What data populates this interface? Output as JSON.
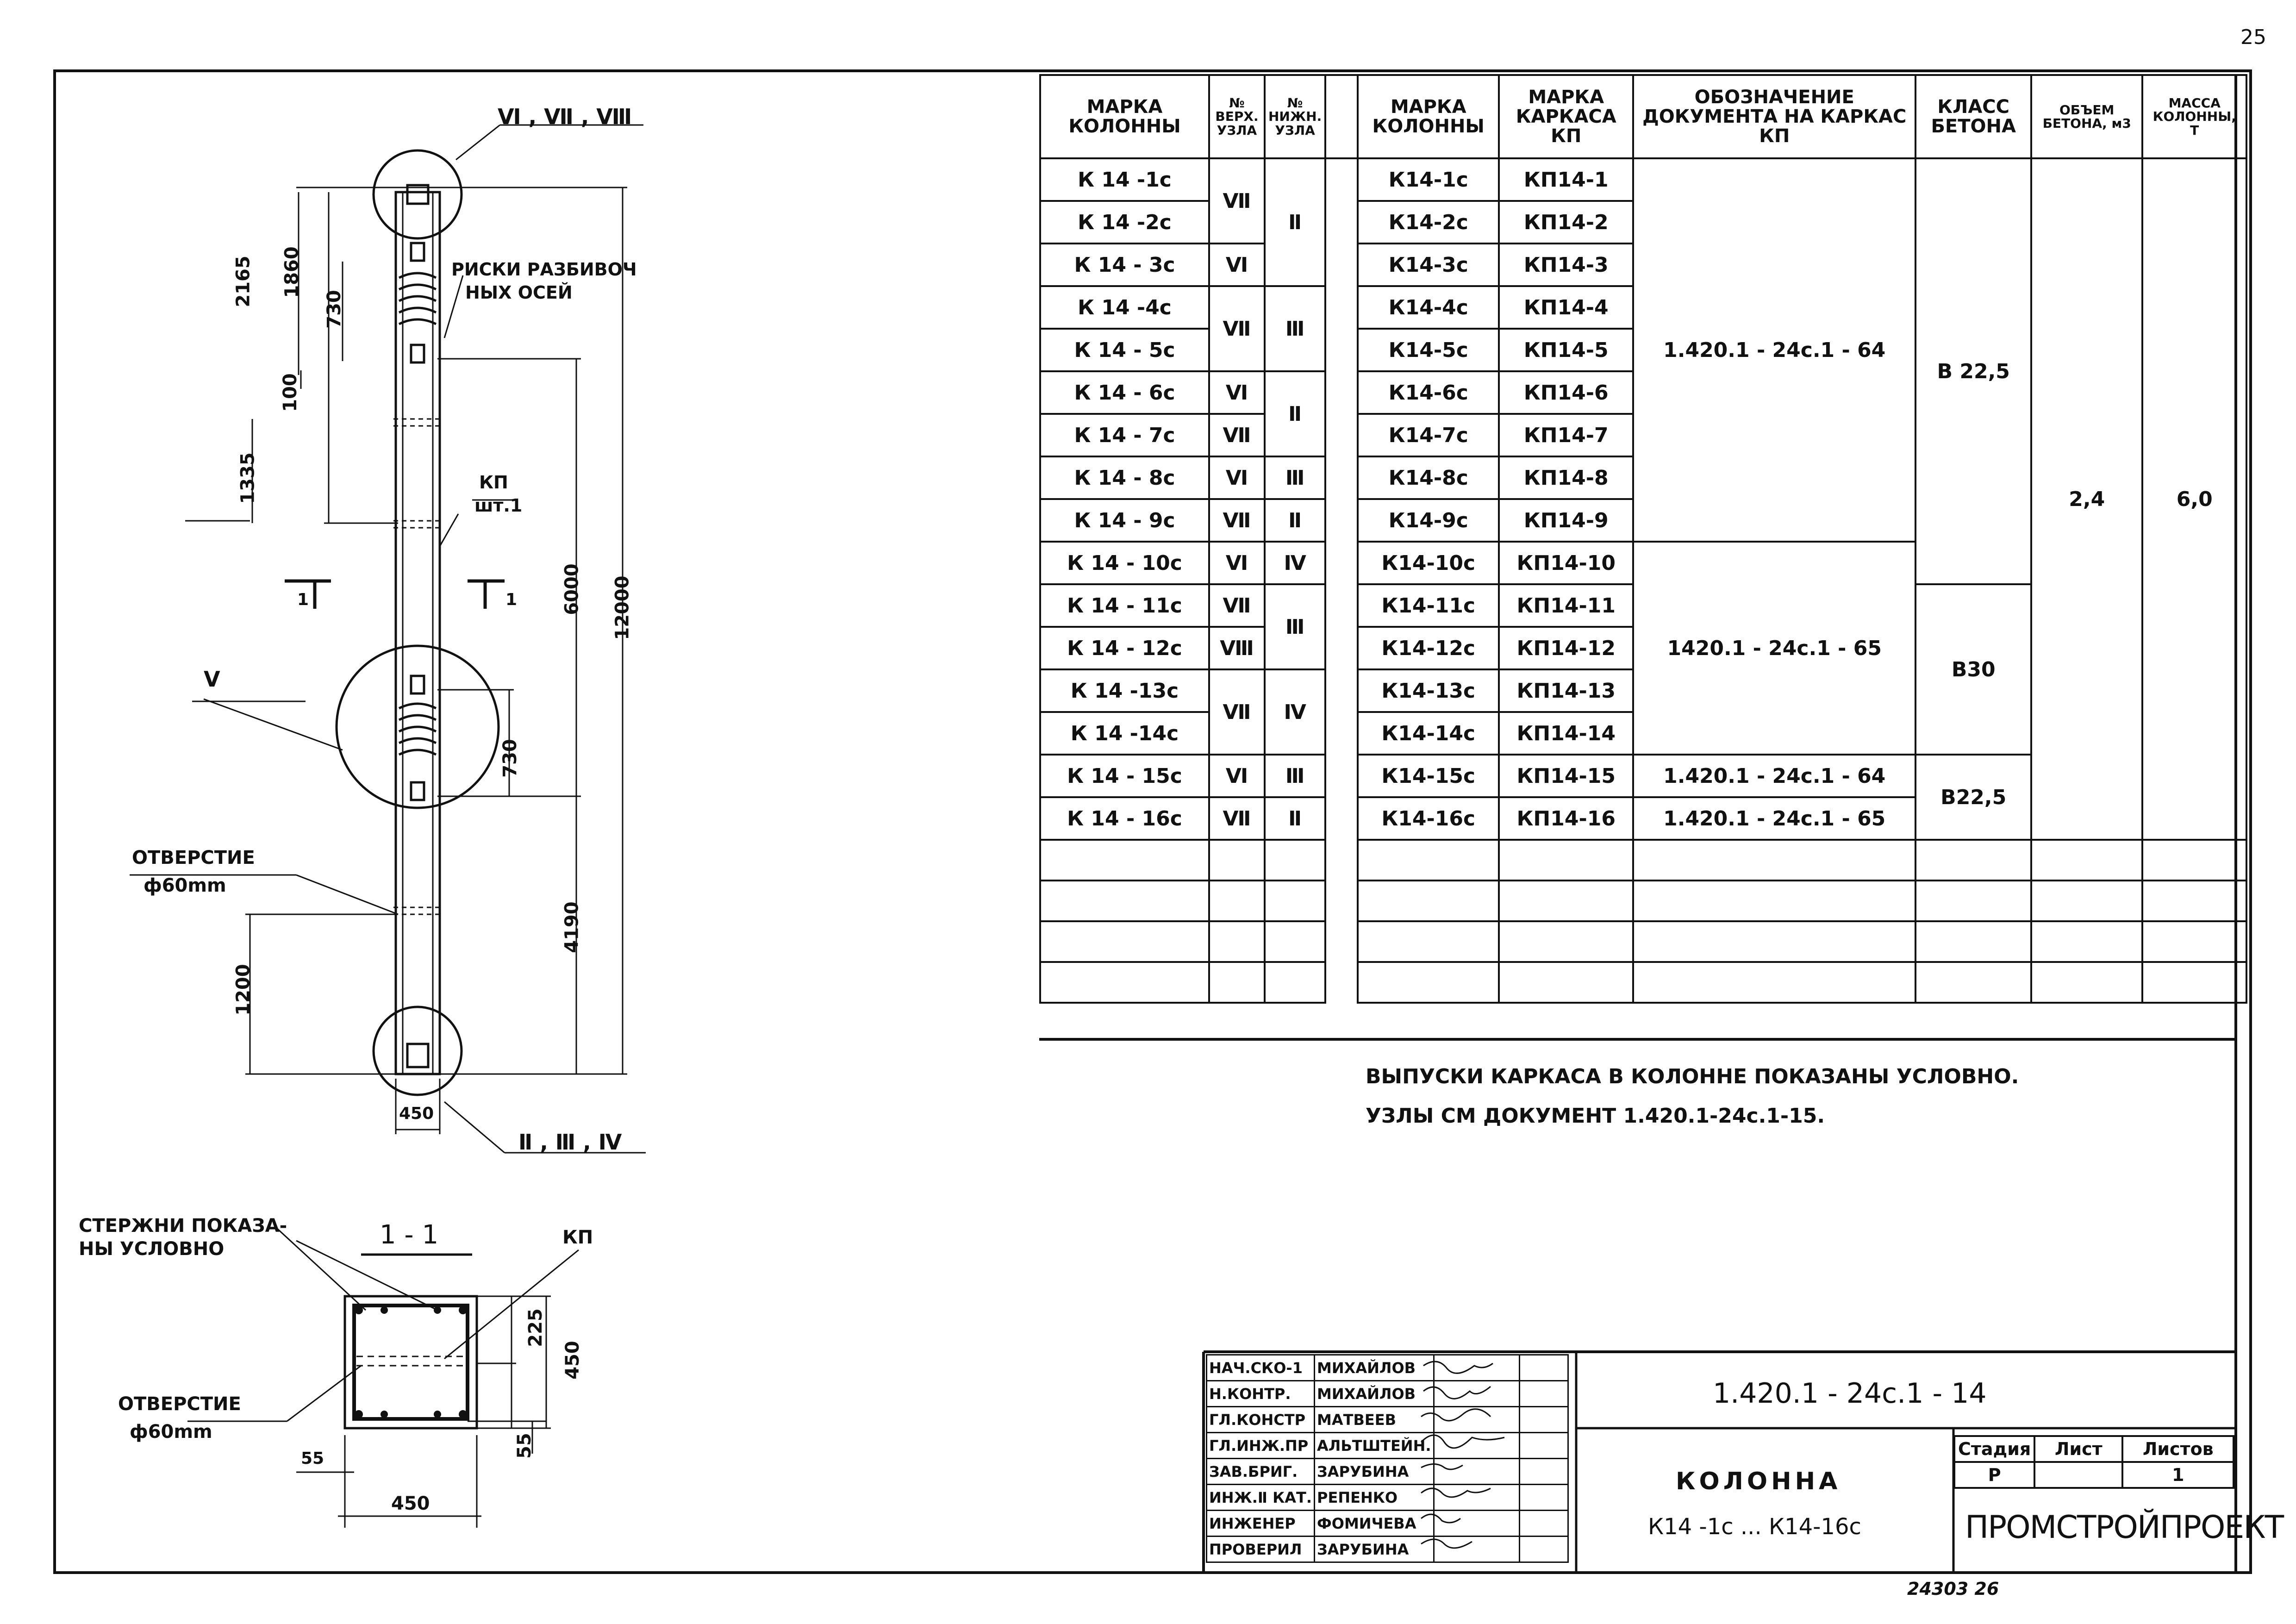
{
  "page_number": "25",
  "labels": {
    "nodes_top": "Ⅵ , Ⅶ , Ⅷ",
    "nodes_mid": "Ⅴ",
    "nodes_bottom": "Ⅱ , Ⅲ , Ⅳ",
    "axis_marks_1": "РИСКИ РАЗБИВОЧ",
    "axis_marks_2": "НЫХ ОСЕЙ",
    "kp": "КП",
    "kp_count": "шт.1",
    "hole_title": "ОТВЕРСТИЕ",
    "hole_size": "ф60mm",
    "section_mark": "1",
    "section_title": "1 - 1",
    "rods_1": "СТЕРЖНИ ПОКАЗА-",
    "rods_2": "НЫ УСЛОВНО",
    "kp_section": "КП",
    "hole2_title": "ОТВЕРСТИЕ",
    "hole2_size": "ф60mm"
  },
  "dims": {
    "d2165": "2165",
    "d1860": "1860",
    "d730a": "730",
    "d100": "100",
    "d1335": "1335",
    "d6000": "6000",
    "d12000": "12000",
    "d730b": "730",
    "d4190": "4190",
    "d1200": "1200",
    "d450": "450",
    "s225": "225",
    "s450v": "450",
    "s55a": "55",
    "s55b": "55",
    "s450h": "450"
  },
  "notes": {
    "line1": "ВЫПУСКИ КАРКАСА В КОЛОННЕ ПОКАЗАНЫ УСЛОВНО.",
    "line2": "УЗЛЫ СМ ДОКУМЕНТ 1.420.1-24с.1-15."
  },
  "schedule": {
    "headers": {
      "mark": "МАРКА КОЛОННЫ",
      "top_node": "№ ВЕРХ. УЗЛА",
      "bottom_node": "№ НИЖН. УЗЛА",
      "mark2": "МАРКА КОЛОННЫ",
      "frame_mark": "МАРКА КАРКАСА КП",
      "doc": "ОБОЗНАЧЕНИЕ ДОКУМЕНТА НА КАРКАС КП",
      "concrete": "КЛАСС БЕТОНА",
      "volume": "ОБЪЕМ БЕТОНА, м3",
      "mass": "МАССА КОЛОННЫ, Т"
    },
    "rows": [
      {
        "mark": "К 14 -1с",
        "frame": "КП14-1"
      },
      {
        "mark": "К 14 -2с",
        "frame": "КП14-2"
      },
      {
        "mark": "К 14 - 3с",
        "frame": "КП14-3"
      },
      {
        "mark": "К 14 -4с",
        "frame": "КП14-4"
      },
      {
        "mark": "К 14 - 5с",
        "frame": "КП14-5"
      },
      {
        "mark": "К 14 - 6с",
        "frame": "КП14-6"
      },
      {
        "mark": "К 14 - 7с",
        "frame": "КП14-7"
      },
      {
        "mark": "К 14 - 8с",
        "frame": "КП14-8"
      },
      {
        "mark": "К 14 - 9с",
        "frame": "КП14-9"
      },
      {
        "mark": "К 14 - 10с",
        "frame": "КП14-10"
      },
      {
        "mark": "К 14 - 11с",
        "frame": "КП14-11"
      },
      {
        "mark": "К 14 - 12с",
        "frame": "КП14-12"
      },
      {
        "mark": "К 14 -13с",
        "frame": "КП14-13"
      },
      {
        "mark": "К 14 -14с",
        "frame": "КП14-14"
      },
      {
        "mark": "К 14 - 15с",
        "frame": "КП14-15"
      },
      {
        "mark": "К 14 - 16с",
        "frame": "КП14-16"
      }
    ],
    "rows2_marks": [
      "К14-1с",
      "К14-2с",
      "К14-3с",
      "К14-4с",
      "К14-5с",
      "К14-6с",
      "К14-7с",
      "К14-8с",
      "К14-9с",
      "К14-10с",
      "К14-11с",
      "К14-12с",
      "К14-13с",
      "К14-14с",
      "К14-15с",
      "К14-16с"
    ],
    "top_nodes": {
      "g1": "Ⅶ",
      "g2": "Ⅵ",
      "g3": "Ⅶ",
      "g4": "Ⅵ",
      "g5": "Ⅶ",
      "g6": "Ⅵ",
      "g7": "Ⅶ",
      "g8": "Ⅵ",
      "g9": "Ⅶ",
      "g10": "Ⅷ",
      "g11": "Ⅶ",
      "g12": "Ⅵ",
      "g13": "Ⅶ"
    },
    "bottom_nodes": {
      "g1": "Ⅱ",
      "g2": "Ⅲ",
      "g3": "Ⅱ",
      "g4": "Ⅲ",
      "g5": "Ⅱ",
      "g6": "Ⅳ",
      "g7": "Ⅲ",
      "g8": "Ⅳ",
      "g9": "Ⅲ",
      "g10": "Ⅱ"
    },
    "docs": {
      "d1": "1.420.1 - 24с.1 - 64",
      "d2": "1420.1 - 24с.1 - 65",
      "d3": "1.420.1 - 24с.1 - 64",
      "d4": "1.420.1 - 24с.1 - 65"
    },
    "concrete": {
      "c1": "В 22,5",
      "c2": "В30",
      "c3": "В22,5"
    },
    "volume": "2,4",
    "mass": "6,0"
  },
  "title_block": {
    "code": "1.420.1 - 24с.1 - 14",
    "name": "КОЛОННА",
    "range": "К14 -1с ... К14-16с",
    "stage_h": "Стадия",
    "sheet_h": "Лист",
    "sheets_h": "Листов",
    "stage": "Р",
    "sheet": "",
    "sheets": "1",
    "org": "ПРОМСТРОЙПРОЕКТ",
    "roles": [
      {
        "role": "НАЧ.СКО-1",
        "name": "МИХАЙЛОВ"
      },
      {
        "role": "Н.КОНТР.",
        "name": "МИХАЙЛОВ"
      },
      {
        "role": "ГЛ.КОНСТР",
        "name": "МАТВЕЕВ"
      },
      {
        "role": "ГЛ.ИНЖ.ПР",
        "name": "АЛЬТШТЕЙН."
      },
      {
        "role": "ЗАВ.БРИГ.",
        "name": "ЗАРУБИНА"
      },
      {
        "role": "ИНЖ.Ⅱ КАТ.",
        "name": "РЕПЕНКО"
      },
      {
        "role": "ИНЖЕНЕР",
        "name": "ФОМИЧЕВА"
      },
      {
        "role": "ПРОВЕРИЛ",
        "name": "ЗАРУБИНА"
      }
    ]
  },
  "footer": "24303 26"
}
